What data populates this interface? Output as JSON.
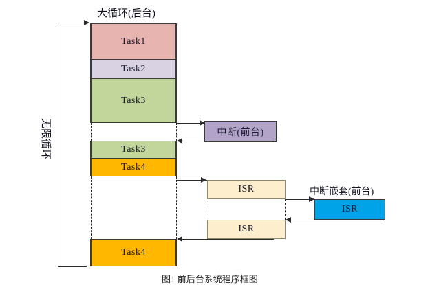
{
  "diagram": {
    "title_top": "大循环(后台)",
    "loop_label": "无限循环",
    "interrupt_label": "中断(前台)",
    "nested_interrupt_label": "中断嵌套(前台)",
    "caption": "图1 前后台系统程序框图",
    "colors": {
      "task1": "#e8b4b0",
      "task2": "#d9d2e3",
      "task3": "#c2d69b",
      "task4": "#ffb700",
      "interrupt": "#b2a3c8",
      "isr": "#fdeecd",
      "nested_isr": "#00a3e8",
      "stroke": "#2b2b2b"
    },
    "background_tasks": [
      {
        "name": "task1-block",
        "label": "Task1",
        "color": "task1"
      },
      {
        "name": "task2-block",
        "label": "Task2",
        "color": "task2"
      },
      {
        "name": "task3-block",
        "label": "Task3",
        "color": "task3"
      },
      {
        "name": "task3-resume-block",
        "label": "Task3",
        "color": "task3"
      },
      {
        "name": "task4-block",
        "label": "Task4",
        "color": "task4"
      },
      {
        "name": "task4-resume-block",
        "label": "Task4",
        "color": "task4"
      }
    ],
    "foreground_blocks": [
      {
        "name": "interrupt-block",
        "label": "中断(前台)",
        "color": "interrupt"
      },
      {
        "name": "isr-first-block",
        "label": "ISR",
        "color": "isr"
      },
      {
        "name": "isr-resume-block",
        "label": "ISR",
        "color": "isr"
      },
      {
        "name": "nested-isr-block",
        "label": "ISR",
        "color": "nested_isr"
      }
    ]
  }
}
